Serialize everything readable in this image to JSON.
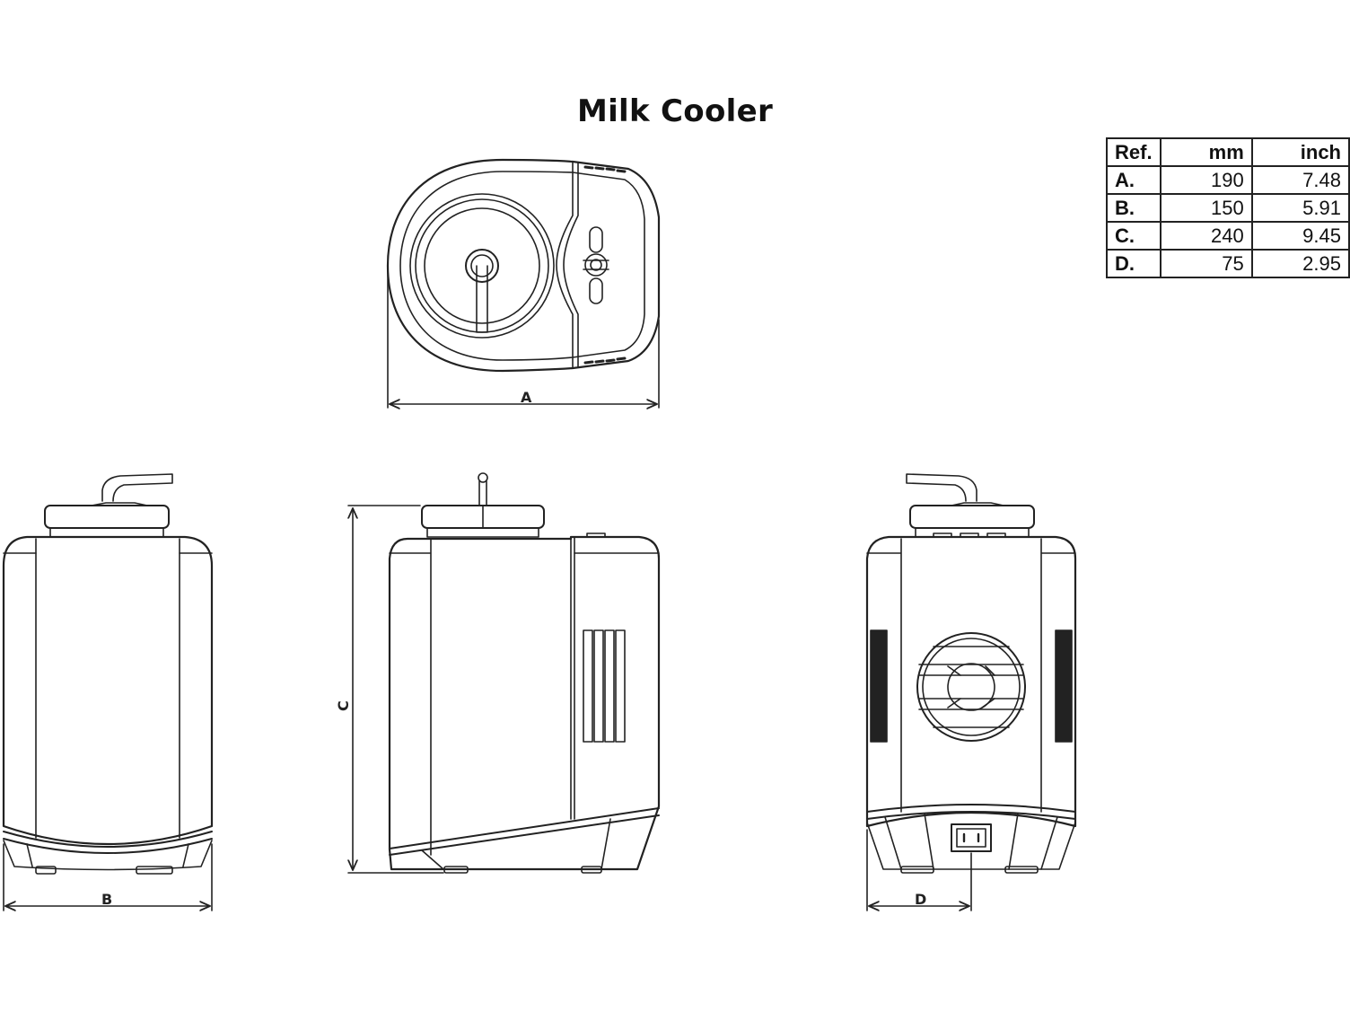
{
  "title": "Milk Cooler",
  "table": {
    "headers": [
      "Ref.",
      "mm",
      "inch"
    ],
    "rows": [
      {
        "ref": "A.",
        "mm": "190",
        "inch": "7.48"
      },
      {
        "ref": "B.",
        "mm": "150",
        "inch": "5.91"
      },
      {
        "ref": "C.",
        "mm": "240",
        "inch": "9.45"
      },
      {
        "ref": "D.",
        "mm": "75",
        "inch": "2.95"
      }
    ]
  },
  "dimension_labels": {
    "a": "A",
    "b": "B",
    "c": "C",
    "d": "D"
  },
  "views": [
    "top-view",
    "front-view",
    "side-view",
    "rear-view"
  ]
}
